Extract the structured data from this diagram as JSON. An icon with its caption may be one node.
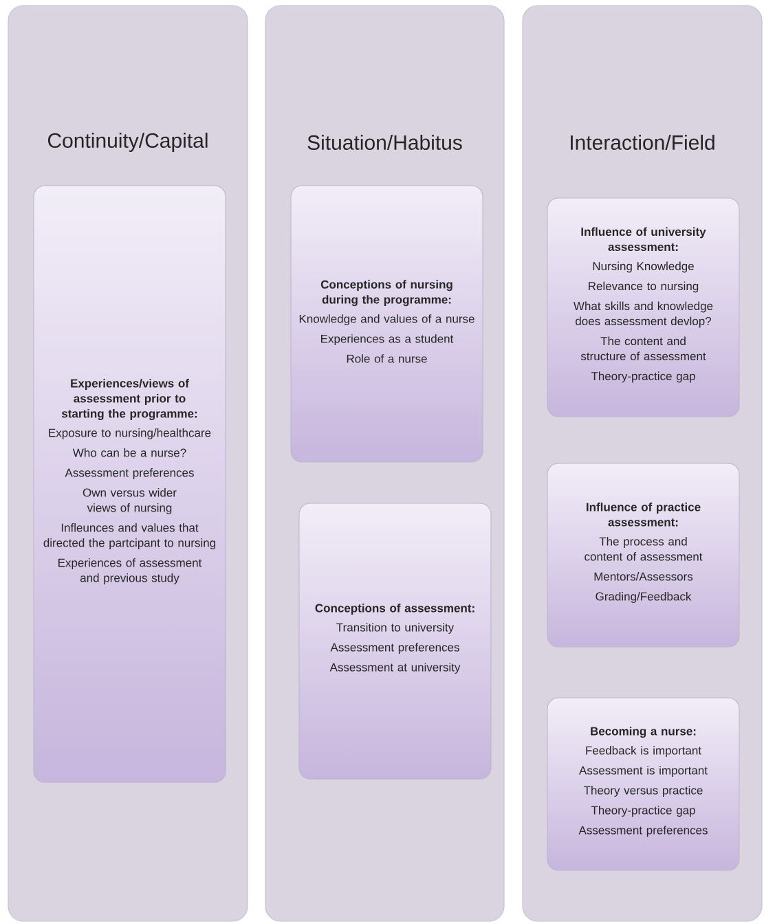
{
  "diagram": {
    "nodes": [
      {
        "text": [
          "Continuity/Capital"
        ]
      },
      {
        "text": [
          "Experiences/views of assessment prior to starting the programme:",
          "Exposure to nursing/healthcare",
          "Who can be a nurse?",
          "Assessment preferences",
          "Own versus wider views of nursing",
          "Infleunces and values that directed the partcipant to nursing",
          "Experiences of assessment and previous study"
        ],
        "in": 0
      },
      {
        "text": [
          "Situation/Habitus"
        ]
      },
      {
        "text": [
          "Conceptions of nursing during the programme:",
          "Knowledge and values of a nurse",
          "Experiences as a student",
          "Role of a nurse"
        ],
        "in": 2
      },
      {
        "text": [
          "Conceptions of assessment:",
          "Transition to university",
          "Assessment preferences",
          "Assessment at university"
        ],
        "in": 2
      },
      {
        "text": [
          "Interaction/Field"
        ]
      },
      {
        "text": [
          "Influence of university assessment:",
          "Nursing Knowledge",
          "Relevance to nursing",
          "What skills and knowledge does assessment devlop?",
          "The content and structure of assessment",
          "Theory-practice gap"
        ],
        "in": 5
      },
      {
        "text": [
          "Influence of practice assessment:",
          "The process and content of assessment",
          "Mentors/Assessors",
          "Grading/Feedback"
        ],
        "in": 5
      },
      {
        "text": [
          "Becoming a nurse:",
          "Feedback is important",
          "Assessment is important",
          "Theory versus practice",
          "Theory-practice gap",
          "Assessment preferences"
        ],
        "in": 5
      }
    ]
  }
}
